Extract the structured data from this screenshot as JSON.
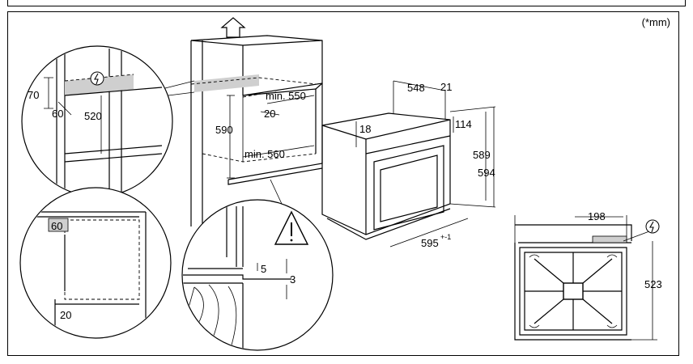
{
  "unit_note": "(*mm)",
  "dimensions": {
    "d70": "70",
    "d60_top": "60",
    "d520": "520",
    "d590": "590",
    "d20_top": "20",
    "min550": "min. 550",
    "min560": "min. 560",
    "d548": "548",
    "d21": "21",
    "d18": "18",
    "d114": "114",
    "d589": "589",
    "d594": "594",
    "d595": "595",
    "d595_tol": "+-1",
    "d60_side": "60",
    "d20_side": "20",
    "d5": "5",
    "d3": "3",
    "d198": "198",
    "d523": "523"
  },
  "icons": {
    "electric": "electric-connection-icon",
    "warning": "warning-icon",
    "arrow": "up-arrow-icon"
  }
}
